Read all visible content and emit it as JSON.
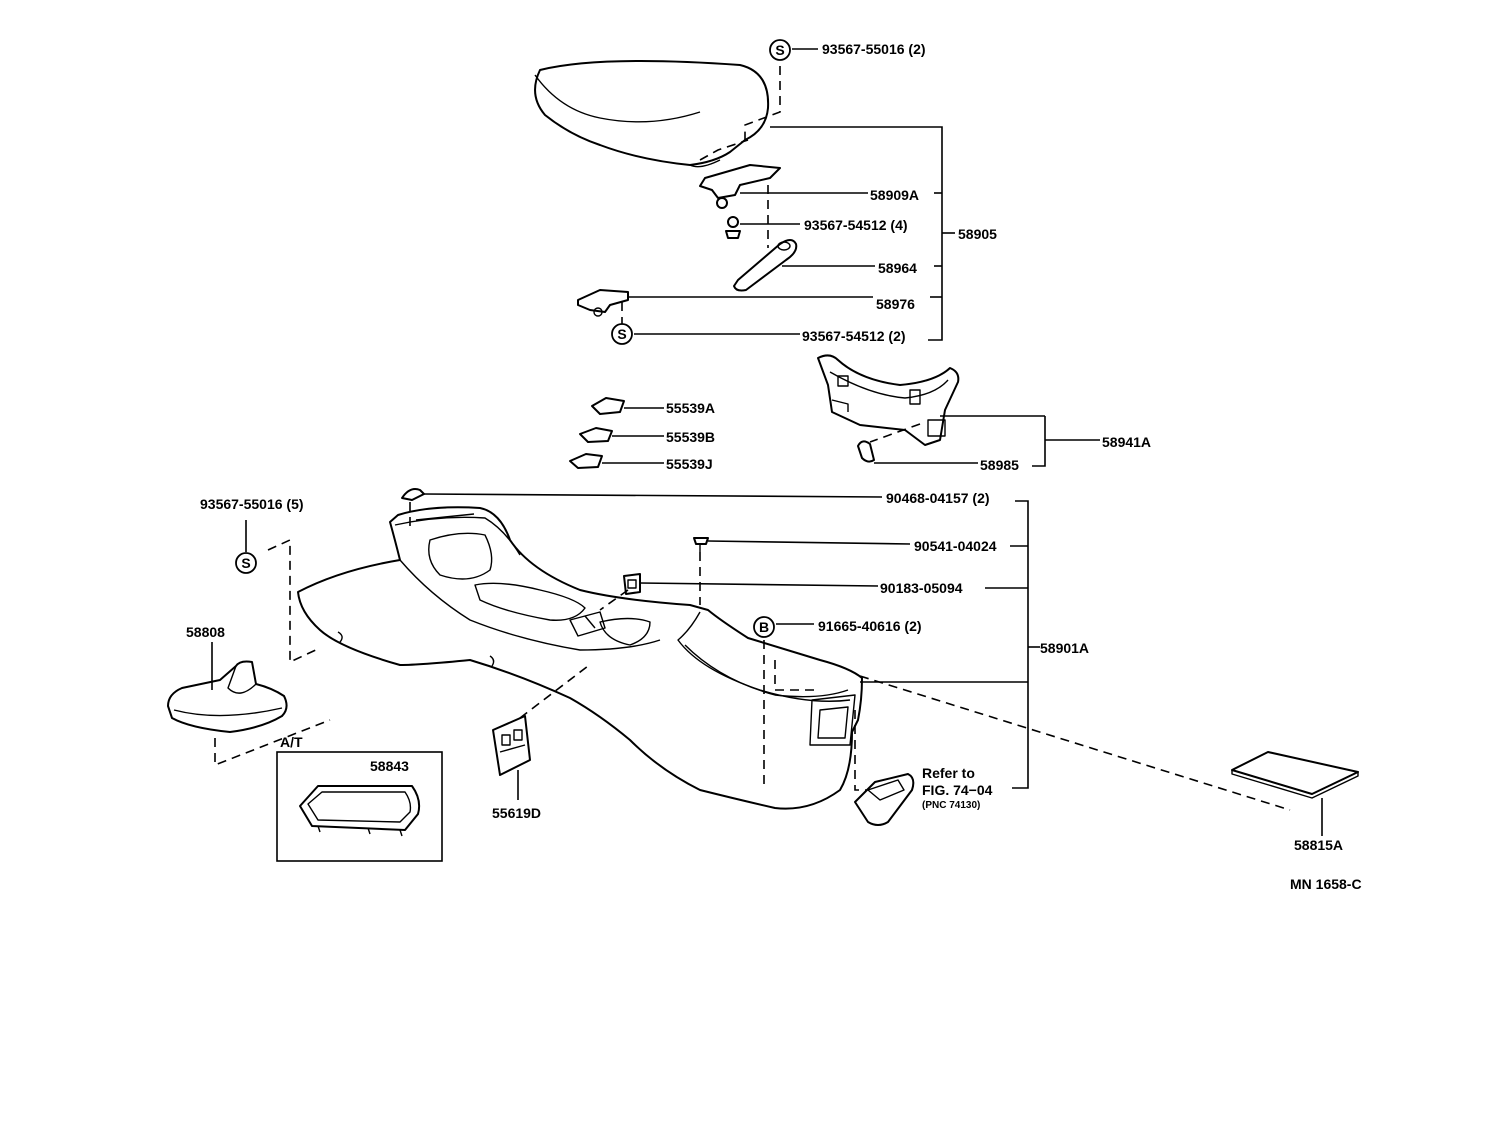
{
  "callouts": {
    "c_s1": "S",
    "c_s2": "S",
    "c_s3": "S",
    "c_b1": "B"
  },
  "labels": {
    "p93567_55016_2": "93567-55016 (2)",
    "p58909A": "58909A",
    "p93567_54512_4": "93567-54512 (4)",
    "p58905": "58905",
    "p58964": "58964",
    "p58976": "58976",
    "p93567_54512_2": "93567-54512 (2)",
    "p55539A": "55539A",
    "p55539B": "55539B",
    "p55539J": "55539J",
    "p58941A": "58941A",
    "p58985": "58985",
    "p93567_55016_5": "93567-55016 (5)",
    "p90468_04157_2": "90468-04157 (2)",
    "p90541_04024": "90541-04024",
    "p90183_05094": "90183-05094",
    "p91665_40616_2": "91665-40616 (2)",
    "p58901A": "58901A",
    "p58808": "58808",
    "at": "A/T",
    "p58843": "58843",
    "p55619D": "55619D",
    "refer_to": "Refer to",
    "fig": "FIG. 74−04",
    "pnc": "(PNC 74130)",
    "p58815A": "58815A",
    "mn": "MN 1658-C"
  },
  "colors": {
    "ink": "#000000",
    "paper": "#ffffff"
  }
}
